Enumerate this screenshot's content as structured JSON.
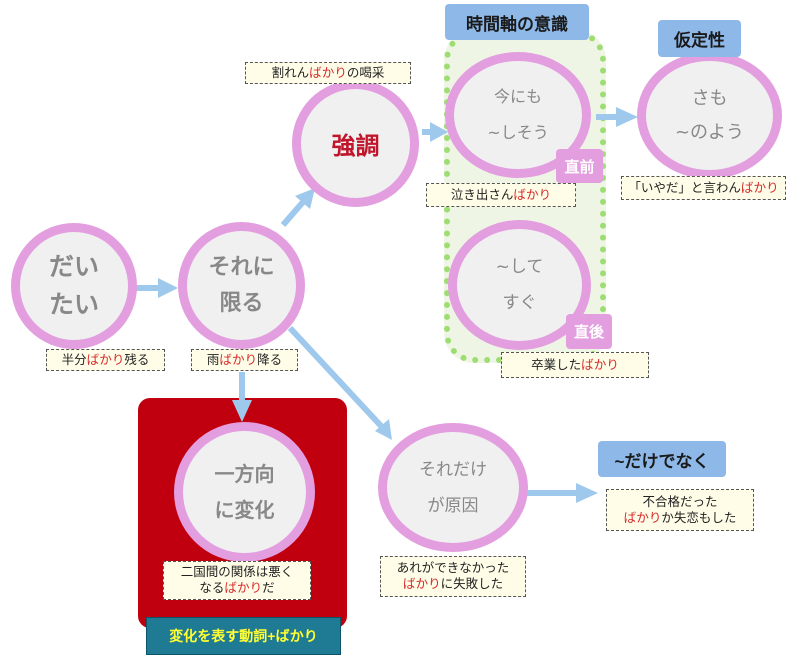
{
  "nodes": {
    "daitai": [
      "だい",
      "たい"
    ],
    "sore_ni_kagiru": [
      "それに",
      "限る"
    ],
    "kyouchou": [
      "強調"
    ],
    "imanimo": [
      "今にも",
      "~しそう"
    ],
    "shitesugu": [
      "~して",
      "すぐ"
    ],
    "samo": [
      "さも",
      "~のよう"
    ],
    "ippoukou": [
      "一方向",
      "に変化"
    ],
    "soredake": [
      "それだけ",
      "が原因"
    ]
  },
  "examples": {
    "hanbun": [
      [
        {
          "t": "半分"
        },
        {
          "t": "ばかり",
          "red": true
        },
        {
          "t": "残る"
        }
      ]
    ],
    "ame": [
      [
        {
          "t": "雨"
        },
        {
          "t": "ばかり",
          "red": true
        },
        {
          "t": "降る"
        }
      ]
    ],
    "wareru": [
      [
        {
          "t": "割れん"
        },
        {
          "t": "ばかり",
          "red": true
        },
        {
          "t": "の喝采"
        }
      ]
    ],
    "nakidasu": [
      [
        {
          "t": "泣き出さん"
        },
        {
          "t": "ばかり",
          "red": true
        }
      ]
    ],
    "sotsugyou": [
      [
        {
          "t": "卒業した"
        },
        {
          "t": "ばかり",
          "red": true
        }
      ]
    ],
    "iyada": [
      [
        {
          "t": "「いやだ」と言わん"
        },
        {
          "t": "ばかり",
          "red": true
        }
      ]
    ],
    "nikoku": [
      [
        {
          "t": "二国間の関係は悪く"
        }
      ],
      [
        {
          "t": "なる"
        },
        {
          "t": "ばかり",
          "red": true
        },
        {
          "t": "だ"
        }
      ]
    ],
    "arega": [
      [
        {
          "t": "あれができなかった"
        }
      ],
      [
        {
          "t": "ばかり",
          "red": true
        },
        {
          "t": "に失敗した"
        }
      ]
    ],
    "fugoukaku": [
      [
        {
          "t": "不合格だった"
        }
      ],
      [
        {
          "t": "ばかり",
          "red": true
        },
        {
          "t": "か失恋もした"
        }
      ]
    ]
  },
  "tags": {
    "jikanjiku": "時間軸の意識",
    "kateisei": "仮定性",
    "chokuzen": "直前",
    "chokugo": "直後",
    "dakedenaku": "~だけでなく",
    "henka": "変化を表す動詞+ばかり"
  },
  "colors": {
    "circle_border": "#e39ee0",
    "circle_fill": "#f0f0f0",
    "circle_text": "#888888",
    "emphasis_text": "#c0152a",
    "arrow": "#9ec9ec",
    "highlight_red": "#d62a2a",
    "blue_tag": "#8db8e8",
    "pink_tag": "#e39ee0",
    "red_group_fill": "#c0000f",
    "teal_label": "#1f7a93",
    "group_dotted": "#9ddd72",
    "group_fill": "#eef5e4"
  }
}
